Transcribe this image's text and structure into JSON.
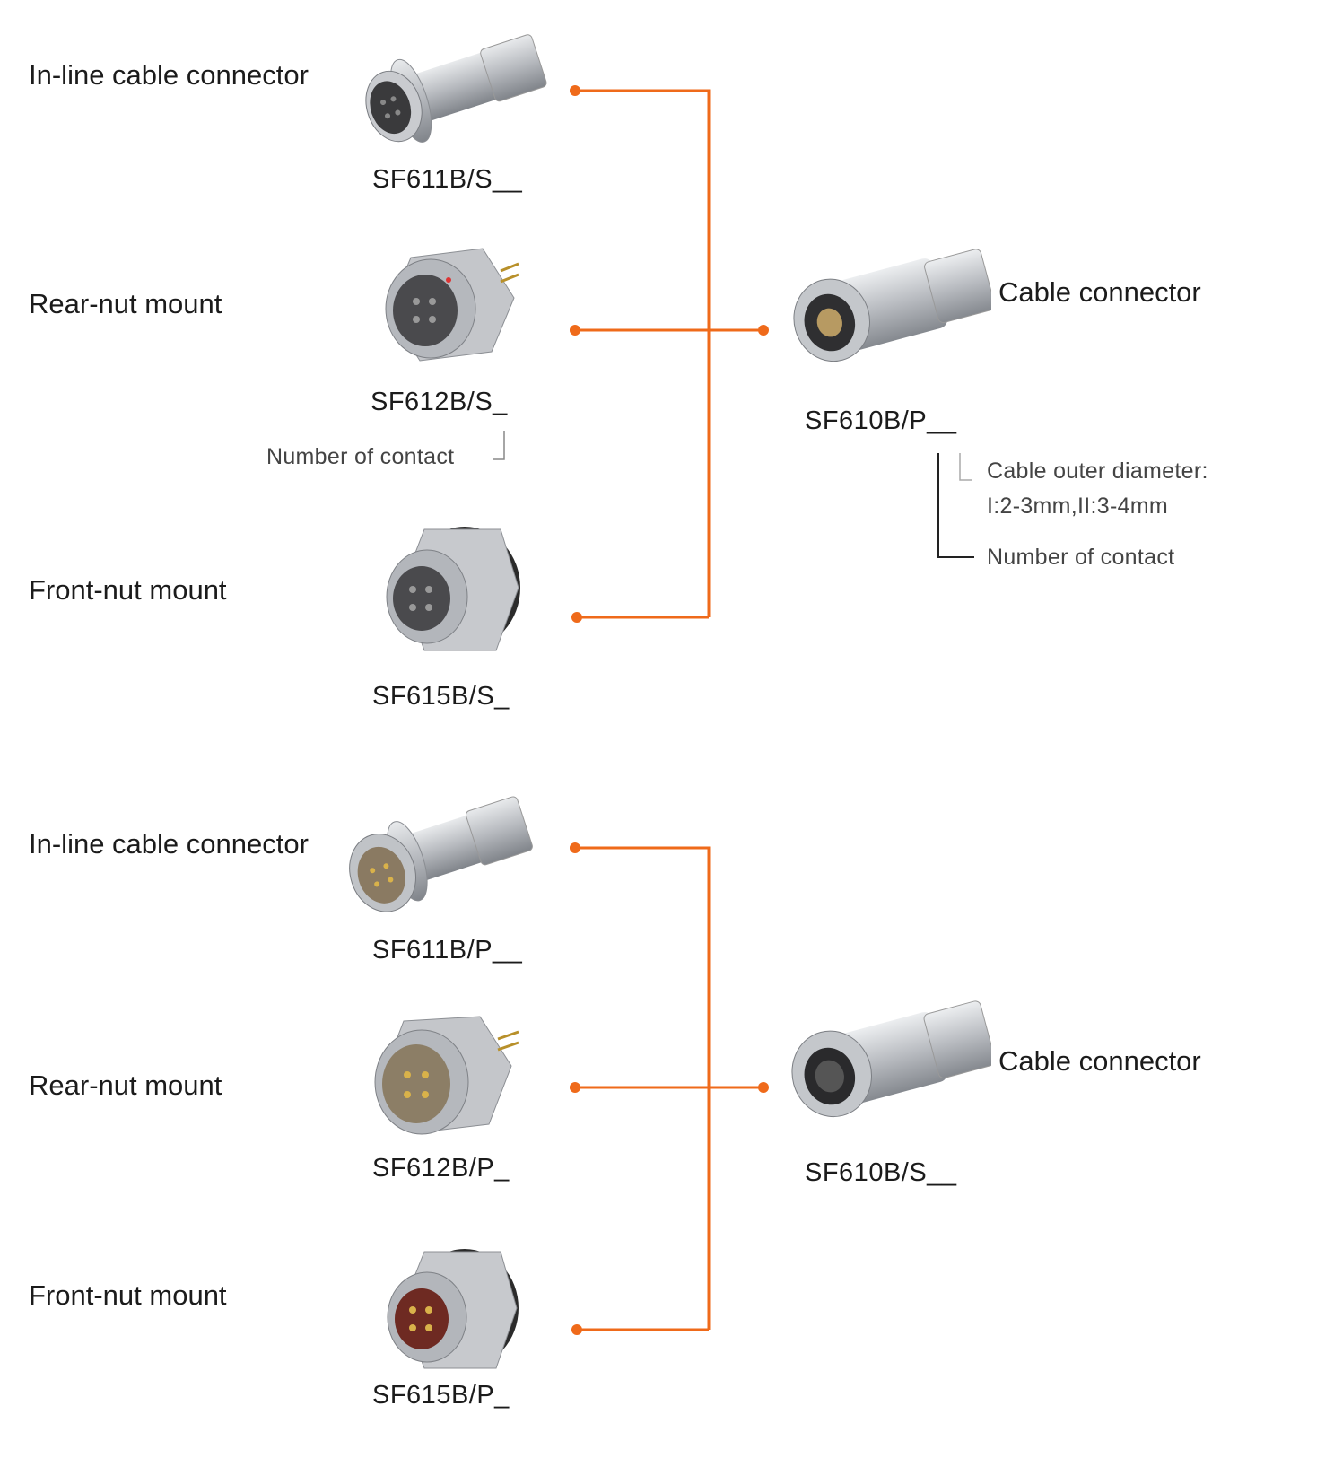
{
  "colors": {
    "accent": "#ef6a1a",
    "metal": "#b9bcc1",
    "text": "#1b1b1b",
    "note": "#444444"
  },
  "group1": {
    "left_items": [
      {
        "label": "In-line cable connector",
        "code": "SF611B/S__"
      },
      {
        "label": "Rear-nut mount",
        "code": "SF612B/S_"
      },
      {
        "label": "Front-nut mount",
        "code": "SF615B/S_"
      }
    ],
    "left_annotation": "Number of contact",
    "right": {
      "label": "Cable connector",
      "code": "SF610B/P__",
      "annotation_diameter_line1": "Cable outer diameter:",
      "annotation_diameter_line2": "I:2-3mm,II:3-4mm",
      "annotation_contacts": "Number of contact"
    }
  },
  "group2": {
    "left_items": [
      {
        "label": "In-line cable connector",
        "code": "SF611B/P__"
      },
      {
        "label": "Rear-nut mount",
        "code": "SF612B/P_"
      },
      {
        "label": "Front-nut mount",
        "code": "SF615B/P_"
      }
    ],
    "right": {
      "label": "Cable connector",
      "code": "SF610B/S__"
    }
  }
}
